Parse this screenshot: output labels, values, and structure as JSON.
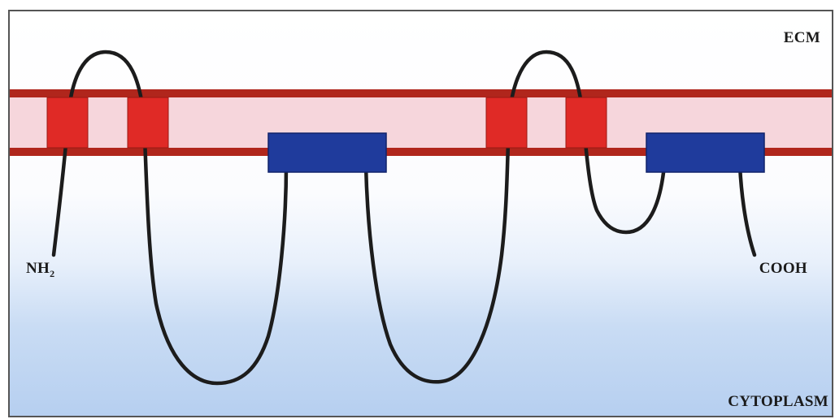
{
  "diagram": {
    "labels": {
      "ecm": "ECM",
      "cytoplasm": "CYTOPLASM",
      "n_terminus_main": "NH",
      "n_terminus_sub": "2",
      "c_terminus": "COOH"
    },
    "colors": {
      "membrane_edge": "#b0261c",
      "membrane_fill": "#f6d6dc",
      "transmembrane_domain": "#e02a26",
      "intracellular_domain": "#1f3b9c",
      "chain": "#1c1c1c",
      "ecm_background": "#ffffff",
      "cytoplasm_background": "#b6cff0"
    }
  }
}
